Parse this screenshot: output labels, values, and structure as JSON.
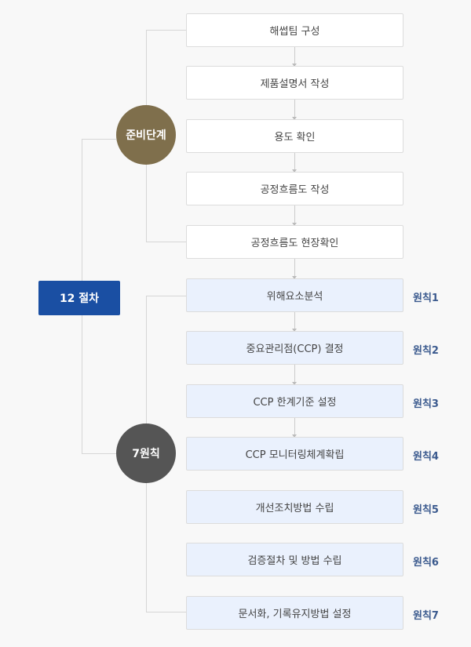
{
  "root_label": "12 절차",
  "groups": {
    "prep": "준비단계",
    "principles": "7원칙"
  },
  "steps": [
    "해썹팀 구성",
    "제품설명서 작성",
    "용도 확인",
    "공정흐름도 작성",
    "공정흐름도 현장확인",
    "위해요소분석",
    "중요관리점(CCP) 결정",
    "CCP 한계기준 설정",
    "CCP 모니터링체계확립",
    "개선조치방법 수립",
    "검증절차 및 방법 수립",
    "문서화, 기록유지방법 설정"
  ],
  "principle_labels": [
    "원칙1",
    "원칙2",
    "원칙3",
    "원칙4",
    "원칙5",
    "원칙6",
    "원칙7"
  ],
  "colors": {
    "root": "#1a4fa3",
    "prep": "#7f6f4c",
    "principles": "#555555",
    "principle_text": "#3b5a8e"
  }
}
